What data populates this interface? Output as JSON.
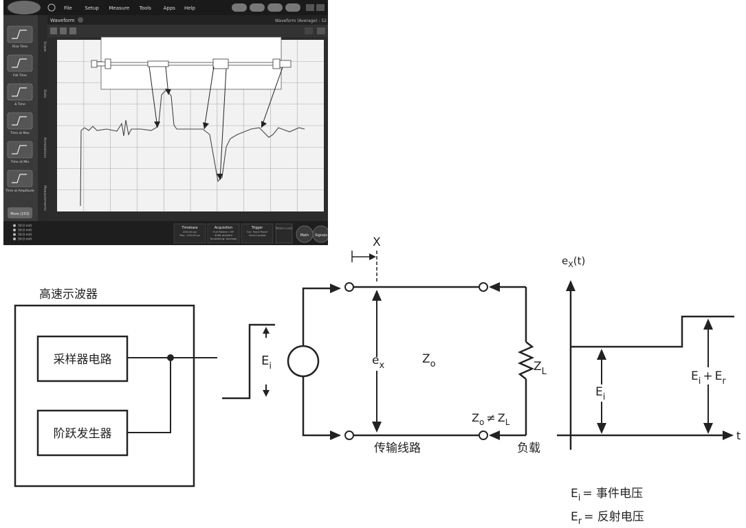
{
  "scope": {
    "menu": [
      "File",
      "Setup",
      "Measure",
      "Tools",
      "Apps",
      "Help"
    ],
    "window_label": "Waveform",
    "status_right": "Waveform (Average) : 52",
    "side_tabs": [
      "Scope",
      "Stats",
      "Annotations",
      "Measurements"
    ],
    "meas_buttons": [
      "Rise Time",
      "Fall Time",
      "Δ Time",
      "Time at Max",
      "Time at Min",
      "Time at Amplitude"
    ],
    "more_button": "More (153)",
    "channels": [
      "50.0 mV/",
      "50.0 mV/",
      "50.0 mV/",
      "50.0 mV/"
    ],
    "bottom_panels": [
      {
        "title": "Timebase",
        "lines": [
          "200.00 ps/",
          "Pos: -120.00 ps"
        ]
      },
      {
        "title": "Acquisition",
        "lines": [
          "Full Pattern: Off",
          "4096 pts/wfm",
          "Smoothing: Average"
        ]
      },
      {
        "title": "Trigger",
        "lines": [
          "Src: Front Panel",
          "Clock Locked"
        ]
      }
    ],
    "pattern_lock": "Pattern Lock",
    "math_label": "Math",
    "signals_label": "Signals"
  },
  "diagram": {
    "scope_box_title": "高速示波器",
    "sampler_label": "采样器电路",
    "step_gen_label": "阶跃发生器",
    "ei_label": "E",
    "ei_sub": "i",
    "x_label": "X",
    "ex_label": "e",
    "ex_sub": "x",
    "zo_label": "Z",
    "zo_sub": "o",
    "zl_label": "Z",
    "zl_sub": "L",
    "neq_label_a": "Z",
    "neq_sub_a": "o",
    "neq_sym": "≠",
    "neq_label_b": "Z",
    "neq_sub_b": "L",
    "line_label": "传输线路",
    "load_label": "负载",
    "plot_ylabel_e": "e",
    "plot_ylabel_sub": "X",
    "plot_ylabel_t": "(t)",
    "plot_t_label": "t",
    "plot_ei_label": "E",
    "plot_ei_sub": "i",
    "plot_sum_e1": "E",
    "plot_sum_sub1": "i",
    "plot_sum_plus": "+",
    "plot_sum_e2": "E",
    "plot_sum_sub2": "r",
    "legend": [
      {
        "sym": "E",
        "sub": "i",
        "text": "= 事件电压"
      },
      {
        "sym": "E",
        "sub": "r",
        "text": "= 反射电压"
      }
    ]
  }
}
